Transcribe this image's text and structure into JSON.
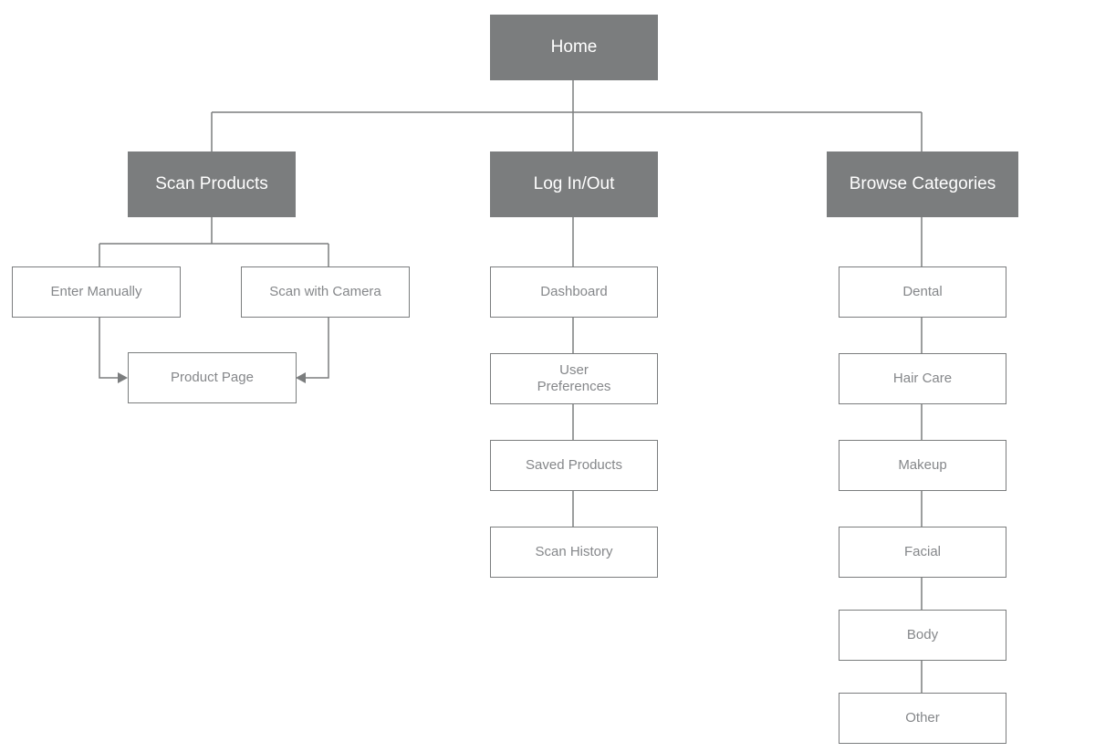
{
  "colors": {
    "primary_fill": "#7b7d7e",
    "primary_text": "#ffffff",
    "secondary_border": "#7b7d7e",
    "secondary_text": "#85878a",
    "connector": "#7b7d7e"
  },
  "nodes": {
    "home": "Home",
    "scan_products": "Scan Products",
    "log_in_out": "Log In/Out",
    "browse_categories": "Browse Categories",
    "enter_manually": "Enter Manually",
    "scan_with_camera": "Scan with Camera",
    "product_page": "Product Page",
    "dashboard": "Dashboard",
    "user_preferences": [
      "User",
      "Preferences"
    ],
    "saved_products": "Saved Products",
    "scan_history": "Scan History",
    "dental": "Dental",
    "hair_care": "Hair Care",
    "makeup": "Makeup",
    "facial": "Facial",
    "body": "Body",
    "other": "Other"
  }
}
